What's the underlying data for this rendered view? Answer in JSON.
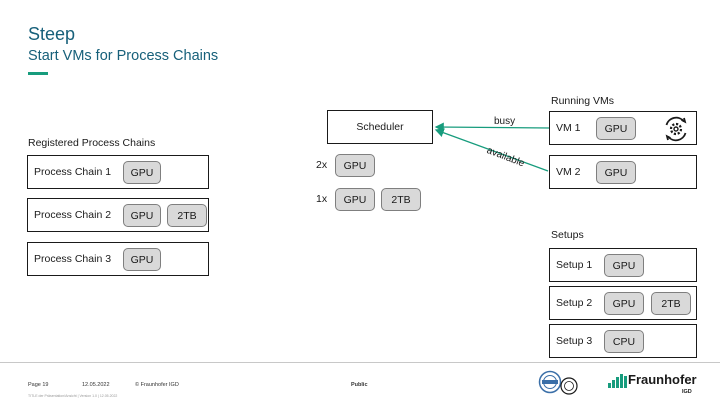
{
  "header": {
    "title": "Steep",
    "subtitle": "Start VMs for Process Chains"
  },
  "registered": {
    "heading": "Registered Process Chains",
    "chains": [
      {
        "label": "Process Chain 1",
        "tags": [
          "GPU"
        ]
      },
      {
        "label": "Process Chain 2",
        "tags": [
          "GPU",
          "2TB"
        ]
      },
      {
        "label": "Process Chain 3",
        "tags": [
          "GPU"
        ]
      }
    ]
  },
  "scheduler": {
    "label": "Scheduler",
    "requests": [
      {
        "count": "2x",
        "tags": [
          "GPU"
        ]
      },
      {
        "count": "1x",
        "tags": [
          "GPU",
          "2TB"
        ]
      }
    ],
    "arrow_busy": "busy",
    "arrow_available": "available"
  },
  "running": {
    "heading": "Running VMs",
    "vms": [
      {
        "label": "VM 1",
        "tags": [
          "GPU"
        ],
        "icon": "gear-cycle-icon"
      },
      {
        "label": "VM 2",
        "tags": [
          "GPU"
        ]
      }
    ]
  },
  "setups": {
    "heading": "Setups",
    "items": [
      {
        "label": "Setup 1",
        "tags": [
          "GPU"
        ]
      },
      {
        "label": "Setup 2",
        "tags": [
          "GPU",
          "2TB"
        ]
      },
      {
        "label": "Setup 3",
        "tags": [
          "CPU"
        ]
      }
    ]
  },
  "footer": {
    "page": "Page 19",
    "date": "12.05.2022",
    "copyright": "© Fraunhofer IGD",
    "classification": "Public",
    "small_print": "TITLE der Präsentation/Ansicht | Version 1.0 | 12.05.2022",
    "logo_text": "Fraunhofer",
    "logo_sub": "IGD"
  },
  "colors": {
    "title": "#17607a",
    "accent": "#179c7d",
    "arrow": "#179c7d"
  }
}
